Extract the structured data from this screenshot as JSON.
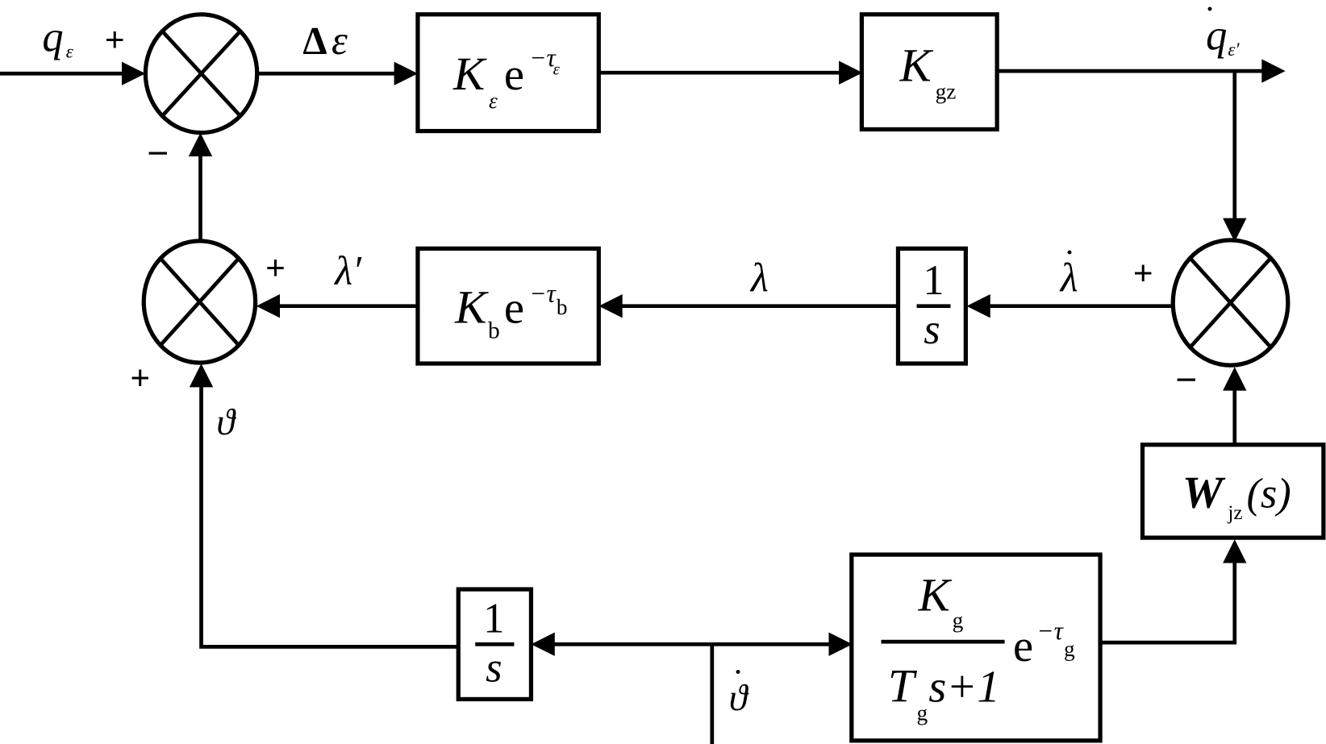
{
  "diagram": {
    "type": "control-block-diagram",
    "signals": {
      "input": {
        "sym": "q",
        "sub": "ε"
      },
      "error": {
        "delta": "Δ",
        "sym": "ε"
      },
      "output": {
        "sym": "q",
        "sub": "ε′",
        "dot": "·"
      },
      "lambda_dot": {
        "sym": "λ",
        "dot": "·"
      },
      "lambda": {
        "sym": "λ"
      },
      "lambda_prime": {
        "sym": "λ′"
      },
      "theta": {
        "sym": "ϑ"
      },
      "theta_dot": {
        "sym": "ϑ",
        "dot": "·"
      }
    },
    "blocks": {
      "k_eps": {
        "K": "K",
        "sub": "ε",
        "e": "e",
        "exp": "−τ",
        "exp_sub": "ε"
      },
      "k_gz": {
        "K": "K",
        "sub": "gz"
      },
      "integrator_lambda": {
        "num": "1",
        "den": "s"
      },
      "k_b": {
        "K": "K",
        "sub": "b",
        "e": "e",
        "exp": "−τ",
        "exp_sub": "b"
      },
      "w_jz": {
        "W": "W",
        "sub": "jz",
        "arg": "(s)"
      },
      "k_g": {
        "K": "K",
        "num_sub": "g",
        "T": "T",
        "den_sub": "g",
        "den_rest": "s+1",
        "e": "e",
        "exp": "−τ",
        "exp_sub": "g"
      },
      "integrator_theta": {
        "num": "1",
        "den": "s"
      }
    },
    "junctions": {
      "sum1": {
        "plus": "+",
        "minus": "−"
      },
      "sum2": {
        "plus_right": "+",
        "plus_bottom": "+"
      },
      "sum3": {
        "plus": "+",
        "minus": "−"
      }
    }
  }
}
